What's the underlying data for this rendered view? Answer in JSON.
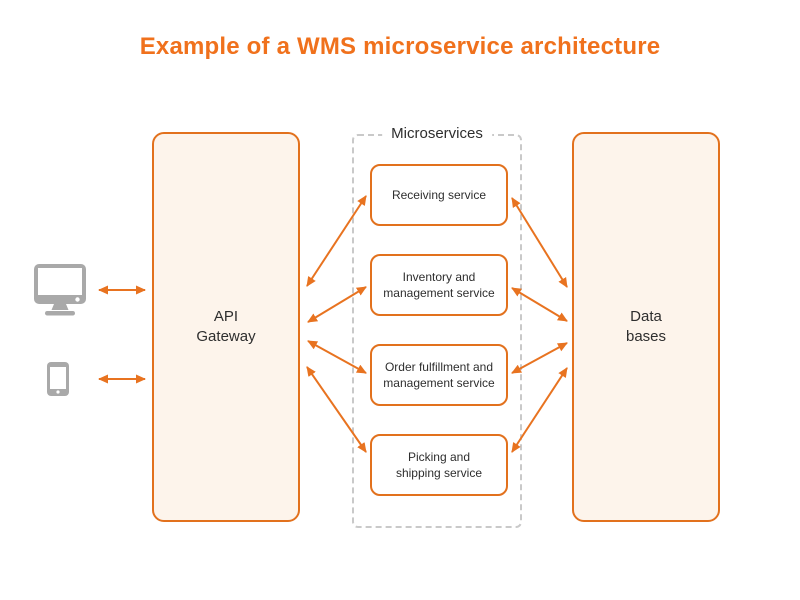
{
  "title": "Example of a WMS microservice architecture",
  "colors": {
    "accent_orange": "#E87320",
    "title_orange": "#F0711C",
    "panel_fill": "#FDF4EB",
    "panel_border": "#E2711D",
    "dashed_border": "#C9C9C9",
    "icon_gray": "#A9A9A9",
    "text": "#2E2E2E"
  },
  "devices": [
    {
      "name": "desktop-computer",
      "icon": "desktop-icon"
    },
    {
      "name": "mobile-phone",
      "icon": "mobile-icon"
    }
  ],
  "nodes": {
    "api_gateway": {
      "lines": [
        "API",
        "Gateway"
      ]
    },
    "databases": {
      "lines": [
        "Data",
        "bases"
      ]
    }
  },
  "microservices": {
    "group_label": "Microservices",
    "items": [
      {
        "id": "receiving-service",
        "lines": [
          "Receiving service",
          ""
        ]
      },
      {
        "id": "inventory-management-service",
        "lines": [
          "Inventory and",
          "management service"
        ]
      },
      {
        "id": "order-fulfillment-management-service",
        "lines": [
          "Order fulfillment and",
          "management service"
        ]
      },
      {
        "id": "picking-shipping-service",
        "lines": [
          "Picking and",
          "shipping service"
        ]
      }
    ]
  },
  "connections": [
    {
      "from": "desktop-computer",
      "to": "api-gateway",
      "bidirectional": true
    },
    {
      "from": "mobile-phone",
      "to": "api-gateway",
      "bidirectional": true
    },
    {
      "from": "api-gateway",
      "to": "receiving-service",
      "bidirectional": true
    },
    {
      "from": "api-gateway",
      "to": "inventory-management-service",
      "bidirectional": true
    },
    {
      "from": "api-gateway",
      "to": "order-fulfillment-management-service",
      "bidirectional": true
    },
    {
      "from": "api-gateway",
      "to": "picking-shipping-service",
      "bidirectional": true
    },
    {
      "from": "receiving-service",
      "to": "databases",
      "bidirectional": true
    },
    {
      "from": "inventory-management-service",
      "to": "databases",
      "bidirectional": true
    },
    {
      "from": "order-fulfillment-management-service",
      "to": "databases",
      "bidirectional": true
    },
    {
      "from": "picking-shipping-service",
      "to": "databases",
      "bidirectional": true
    }
  ]
}
